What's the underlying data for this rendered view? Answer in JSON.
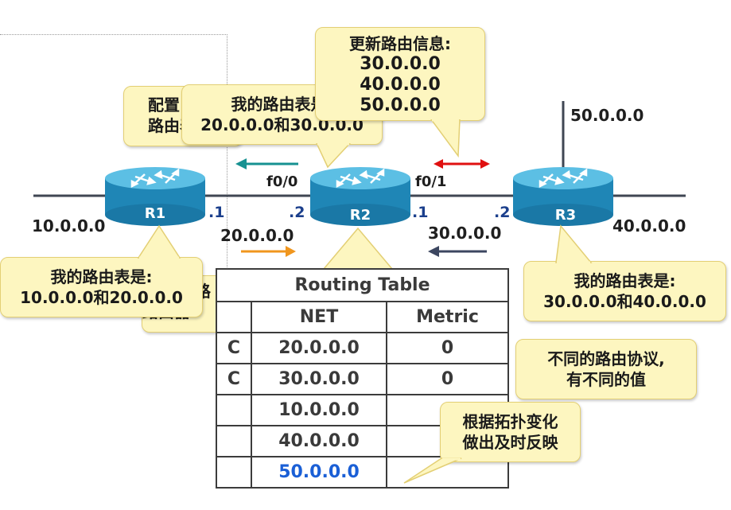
{
  "diagram": {
    "networks": {
      "n10": "10.0.0.0",
      "n20": "20.0.0.0",
      "n30": "30.0.0.0",
      "n40": "40.0.0.0",
      "n50": "50.0.0.0"
    },
    "routers": {
      "r1": "R1",
      "r2": "R2",
      "r3": "R3"
    },
    "ports": {
      "r1_right": ".1",
      "r2_left": ".2",
      "r2_right": ".1",
      "r3_left": ".2"
    },
    "interfaces": {
      "f00": "f0/0",
      "f01": "f0/1"
    },
    "callouts": {
      "update_title": "更新路由信息:",
      "update_lines": [
        "30.0.0.0",
        "40.0.0.0",
        "50.0.0.0"
      ],
      "r2_line1": "我的路由表是:",
      "r2_line2": "20.0.0.0和30.0.0.0",
      "behind_line1": "配置",
      "behind_line2": "路由表",
      "r1_line1": "我的路由表是:",
      "r1_line2": "10.0.0.0和20.0.0.0",
      "r3_line1": "我的路由表是:",
      "r3_line2": "30.0.0.0和40.0.0.0",
      "left_hidden_line1": "路",
      "left_hidden_line2": "路由器",
      "protocol_line1": "不同的路由协议,",
      "protocol_line2": "有不同的值",
      "topology_line1": "根据拓扑变化",
      "topology_line2": "做出及时反映"
    },
    "routing_table": {
      "title": "Routing Table",
      "headers": [
        "",
        "NET",
        "Metric"
      ],
      "rows": [
        {
          "type": "C",
          "net": "20.0.0.0",
          "metric": "0"
        },
        {
          "type": "C",
          "net": "30.0.0.0",
          "metric": "0"
        },
        {
          "type": "",
          "net": "10.0.0.0",
          "metric": ""
        },
        {
          "type": "",
          "net": "40.0.0.0",
          "metric": ""
        },
        {
          "type": "",
          "net": "50.0.0.0",
          "metric": ""
        }
      ]
    },
    "colors": {
      "arrow_teal": "#169191",
      "arrow_red": "#e01010",
      "arrow_orange": "#f0961e",
      "arrow_dark": "#3c4660",
      "new_route": "#1a5fd6",
      "callout_fill": "#fdf6c0",
      "router_body": "#1e8fc0"
    }
  }
}
